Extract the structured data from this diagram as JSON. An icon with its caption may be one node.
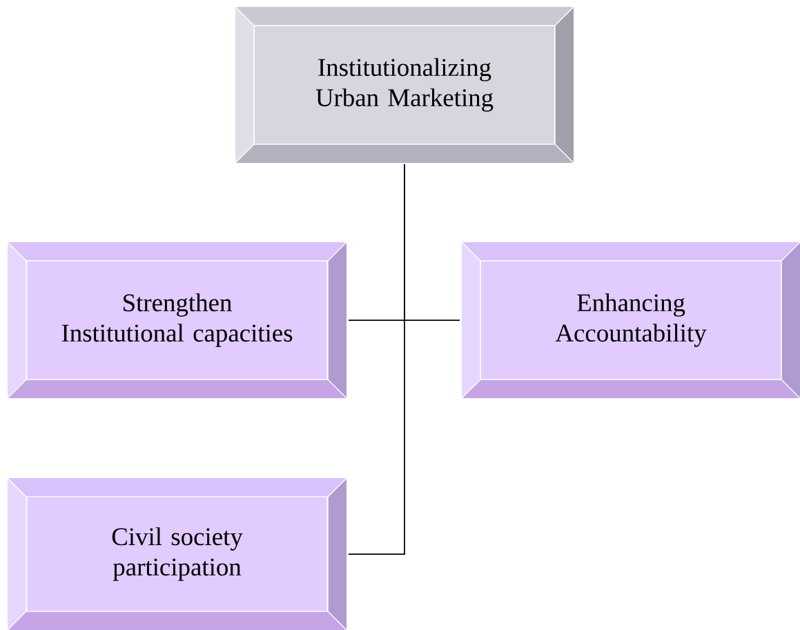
{
  "diagram": {
    "nodes": [
      {
        "text": [
          "Institutionalizing Urban Marketing"
        ]
      },
      {
        "text": [
          "Strengthen Institutional capacities"
        ]
      },
      {
        "text": [
          "Enhancing Accountability"
        ]
      },
      {
        "text": [
          "Civil society participation"
        ]
      }
    ],
    "edges": [
      {
        "from": 0,
        "to": 1,
        "arrow": "none"
      },
      {
        "from": 0,
        "to": 2,
        "arrow": "none"
      },
      {
        "from": 0,
        "to": 3,
        "arrow": "none"
      }
    ]
  }
}
